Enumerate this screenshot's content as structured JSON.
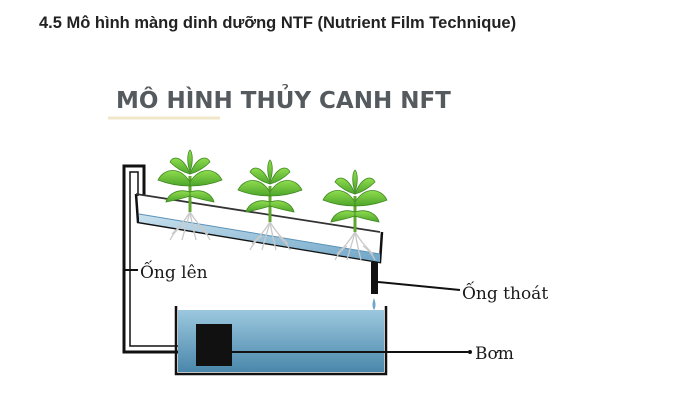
{
  "heading": "4.5 Mô hình màng dinh dưỡng NTF (Nutrient Film Technique)",
  "figure": {
    "title": "MÔ HÌNH THỦY CANH NFT",
    "labels": {
      "inlet_pipe": "Ống lên",
      "outlet_pipe": "Ống thoát",
      "pump": "Bơm"
    },
    "colors": {
      "water": "#4f8fb3",
      "water_light": "#b9d7e8",
      "leaf": "#6cc43a",
      "pump": "#111111"
    }
  }
}
